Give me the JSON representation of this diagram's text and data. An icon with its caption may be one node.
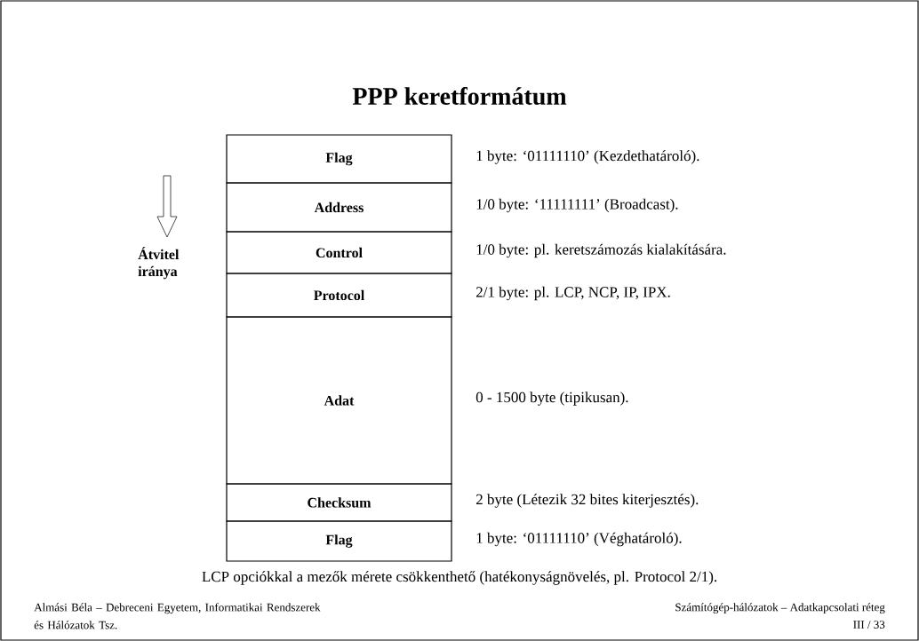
{
  "diagram": {
    "title": "PPP keretformátum",
    "nodes": [
      {
        "text": [
          "Flag"
        ],
        "beside": [
          "1 byte: ‘01111110’ (Kezdethatároló)."
        ]
      },
      {
        "text": [
          "Address"
        ],
        "beside": [
          "1/0 byte: ‘11111111’ (Broadcast)."
        ]
      },
      {
        "text": [
          "Control"
        ],
        "beside": [
          "1/0 byte: pl. keretszámozás kialakítására."
        ]
      },
      {
        "text": [
          "Protocol"
        ],
        "beside": [
          "2/1 byte: pl. LCP, NCP, IP, IPX."
        ]
      },
      {
        "text": [
          "Adat"
        ],
        "beside": [
          "0 - 1500  byte (tipikusan)."
        ]
      },
      {
        "text": [
          "Checksum"
        ],
        "beside": [
          "2 byte (Létezik 32 bites kiterjesztés)."
        ]
      },
      {
        "text": [
          "Flag"
        ],
        "beside": [
          "1 byte: ‘01111110’ (Véghatároló)."
        ]
      }
    ],
    "edges": [],
    "labels": [
      "Átvitel iránya",
      "LCP opciókkal a mezők mérete csökkenthető (hatékonyságnövelés, pl. Protocol 2/1).",
      "Almási Béla – Debreceni Egyetem, Informatikai Rendszerek és Hálózatok Tsz.",
      "Számítógép-hálózatok – Adatkapcsolati réteg",
      "III / 33"
    ]
  }
}
